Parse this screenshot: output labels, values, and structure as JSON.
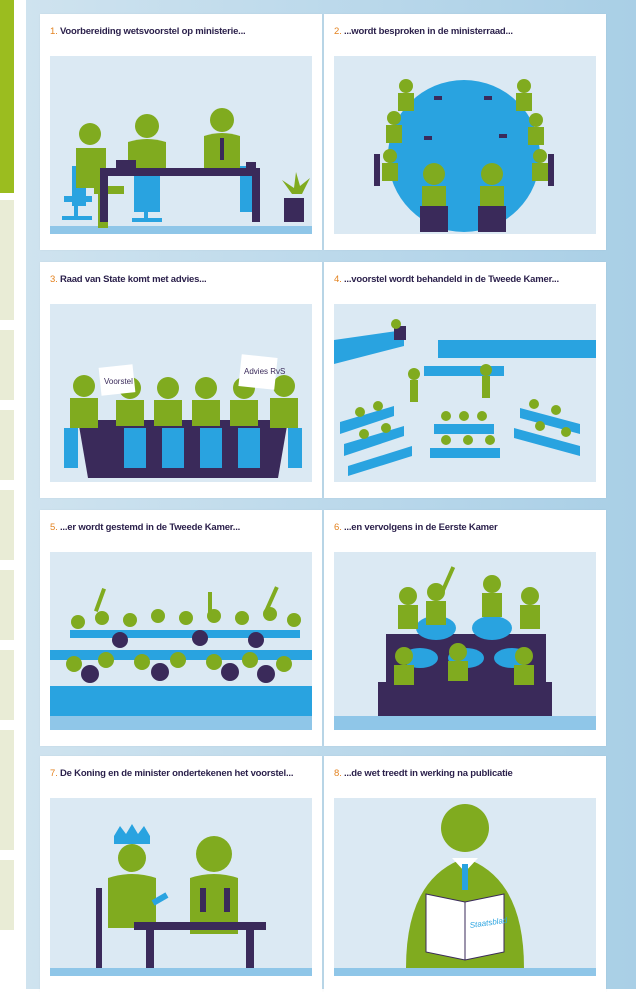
{
  "colors": {
    "green": "#80ab1f",
    "blue": "#29a3e0",
    "purple": "#3a2a5a",
    "sky": "#dbe9f3",
    "number_orange": "#e3821f"
  },
  "steps": [
    {
      "number": "1.",
      "text": "Voorbereiding wetsvoorstel op ministerie...",
      "scene": "ministry-meeting"
    },
    {
      "number": "2.",
      "text": "...wordt besproken in de ministerraad...",
      "scene": "council-of-ministers"
    },
    {
      "number": "3.",
      "text": "Raad van State komt met advies...",
      "scene": "council-of-state",
      "signs": [
        "Voorstel",
        "Advies RvS"
      ]
    },
    {
      "number": "4.",
      "text": "...voorstel wordt behandeld in de Tweede Kamer...",
      "scene": "house-debate"
    },
    {
      "number": "5.",
      "text": "...er wordt gestemd in de Tweede Kamer...",
      "scene": "house-vote"
    },
    {
      "number": "6.",
      "text": "...en vervolgens in de Eerste Kamer",
      "scene": "senate-vote"
    },
    {
      "number": "7.",
      "text": "De Koning en de minister ondertekenen het voorstel...",
      "scene": "king-signing"
    },
    {
      "number": "8.",
      "text": "...de wet treedt in werking na publicatie",
      "scene": "publication",
      "booklet": "Staatsblad"
    }
  ]
}
